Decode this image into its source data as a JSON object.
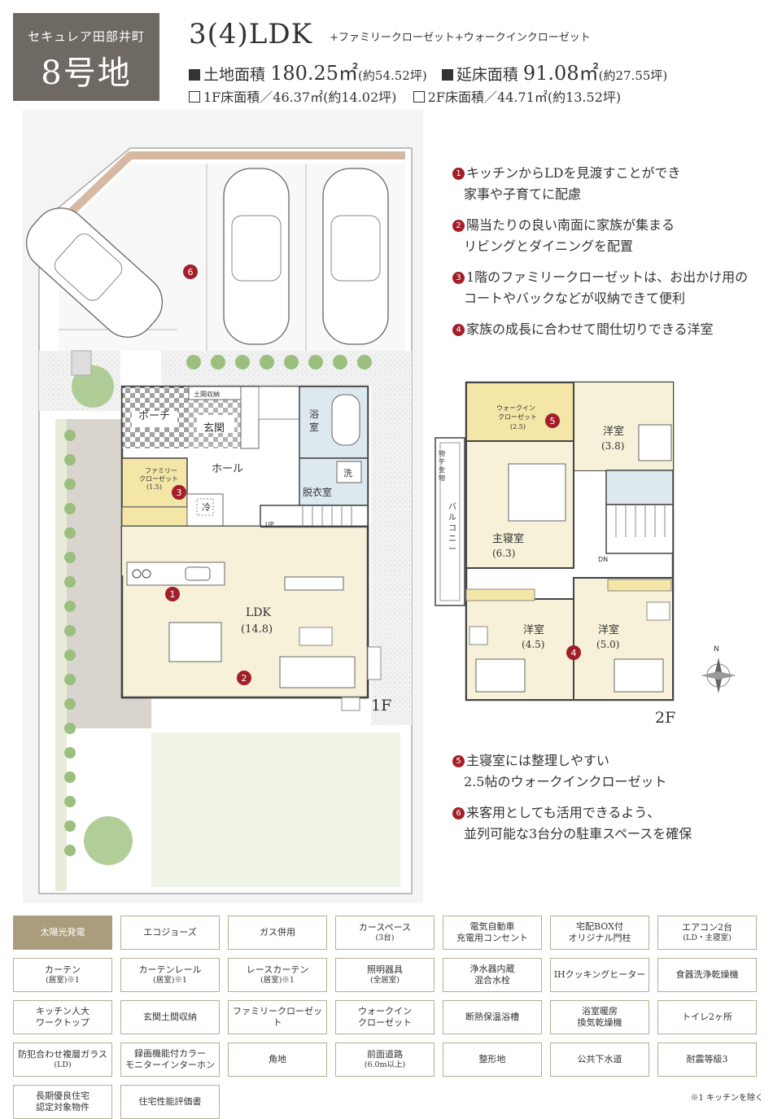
{
  "header": {
    "site_name": "セキュレア田部井町",
    "lot_number": "8号地",
    "plan_type": "3(4)LDK",
    "plan_extra": "+ファミリークローゼット+ウォークインクローゼット",
    "land_area_label": "土地面積",
    "land_area_value": "180.25㎡",
    "land_area_tsubo": "(約54.52坪)",
    "floor_area_label": "延床面積",
    "floor_area_value": "91.08㎡",
    "floor_area_tsubo": "(約27.55坪)",
    "floor1_area": "1F床面積／46.37㎡(約14.02坪)",
    "floor2_area": "2F床面積／44.71㎡(約13.52坪)"
  },
  "points": [
    {
      "num": "1",
      "lines": [
        "キッチンからLDを見渡すことができ",
        "家事や子育てに配慮"
      ]
    },
    {
      "num": "2",
      "lines": [
        "陽当たりの良い南面に家族が集まる",
        "リビングとダイニングを配置"
      ]
    },
    {
      "num": "3",
      "lines": [
        "1階のファミリークローゼットは、お出かけ用の",
        "コートやバックなどが収納できて便利"
      ]
    },
    {
      "num": "4",
      "lines": [
        "家族の成長に合わせて間仕切りできる洋室"
      ]
    },
    {
      "num": "5",
      "lines": [
        "主寝室には整理しやすい",
        "2.5帖のウォークインクローゼット"
      ]
    },
    {
      "num": "6",
      "lines": [
        "来客用としても活用できるよう、",
        "並列可能な3台分の駐車スペースを確保"
      ]
    }
  ],
  "floor1": {
    "label": "1F",
    "porch": "ポーチ",
    "entrance": "玄関",
    "entrance_storage": "土間収納",
    "hall": "ホール",
    "bath": "浴室",
    "bath_v": [
      "浴",
      "室"
    ],
    "dressing": "脱衣室",
    "washer": "洗",
    "fridge": "冷",
    "family_closet": [
      "ファミリー",
      "クローゼット",
      "(1.5)"
    ],
    "ldk": "LDK",
    "ldk_size": "(14.8)",
    "up": "UP"
  },
  "floor2": {
    "label": "2F",
    "walkin": [
      "ウォークイン",
      "クローゼット",
      "(2.5)"
    ],
    "western1": "洋室",
    "western1_size": "(3.8)",
    "master": "主寝室",
    "master_size": "(6.3)",
    "western2": "洋室",
    "western2_size": "(4.5)",
    "western3": "洋室",
    "western3_size": "(5.0)",
    "balcony": "バルコニー",
    "balcony_v": [
      "バ",
      "ル",
      "コ",
      "ニ",
      "ー"
    ],
    "laundry": "物干金物",
    "laundry_v": [
      "物",
      "干",
      "金",
      "物"
    ],
    "dn": "DN",
    "north": "N"
  },
  "features": [
    {
      "label": "太陽光発電",
      "note": "",
      "active": true
    },
    {
      "label": "エコジョーズ",
      "note": ""
    },
    {
      "label": "ガス併用",
      "note": ""
    },
    {
      "label": "カースペース",
      "note": "(3台)"
    },
    {
      "label": "電気自動車",
      "label2": "充電用コンセント",
      "note": ""
    },
    {
      "label": "宅配BOX付",
      "label2": "オリジナル門柱",
      "note": ""
    },
    {
      "label": "エアコン2台",
      "note": "(LD・主寝室)"
    },
    {
      "label": "カーテン",
      "note": "(居室)※1"
    },
    {
      "label": "カーテンレール",
      "note": "(居室)※1"
    },
    {
      "label": "レースカーテン",
      "note": "(居室)※1"
    },
    {
      "label": "照明器具",
      "note": "(全居室)"
    },
    {
      "label": "浄水器内蔵",
      "label2": "混合水栓",
      "note": ""
    },
    {
      "label": "IHクッキングヒーター",
      "note": ""
    },
    {
      "label": "食器洗浄乾燥機",
      "note": ""
    },
    {
      "label": "キッチン人大",
      "label2": "ワークトップ",
      "note": ""
    },
    {
      "label": "玄関土間収納",
      "note": ""
    },
    {
      "label": "ファミリークローゼット",
      "note": ""
    },
    {
      "label": "ウォークイン",
      "label2": "クローゼット",
      "note": ""
    },
    {
      "label": "断熱保温浴槽",
      "note": ""
    },
    {
      "label": "浴室暖房",
      "label2": "換気乾燥機",
      "note": ""
    },
    {
      "label": "トイレ2ヶ所",
      "note": ""
    },
    {
      "label": "防犯合わせ複層ガラス",
      "note": "(LD)"
    },
    {
      "label": "録画機能付カラー",
      "label2": "モニターインターホン",
      "note": ""
    },
    {
      "label": "角地",
      "note": ""
    },
    {
      "label": "前面道路",
      "note": "(6.0m以上)"
    },
    {
      "label": "整形地",
      "note": ""
    },
    {
      "label": "公共下水道",
      "note": ""
    },
    {
      "label": "耐震等級3",
      "note": ""
    },
    {
      "label": "長期優良住宅",
      "label2": "認定対象物件",
      "note": ""
    },
    {
      "label": "住宅性能評価書",
      "note": ""
    }
  ],
  "footnote": "※1 キッチンを除く",
  "colors": {
    "badge": "#6e6a63",
    "marker": "#a21f2a",
    "room": "#f6f1d8",
    "closet": "#f4e6a6",
    "wet": "#dde9ef",
    "feature_border": "#b9ac92",
    "feature_active": "#ab9c7b"
  }
}
